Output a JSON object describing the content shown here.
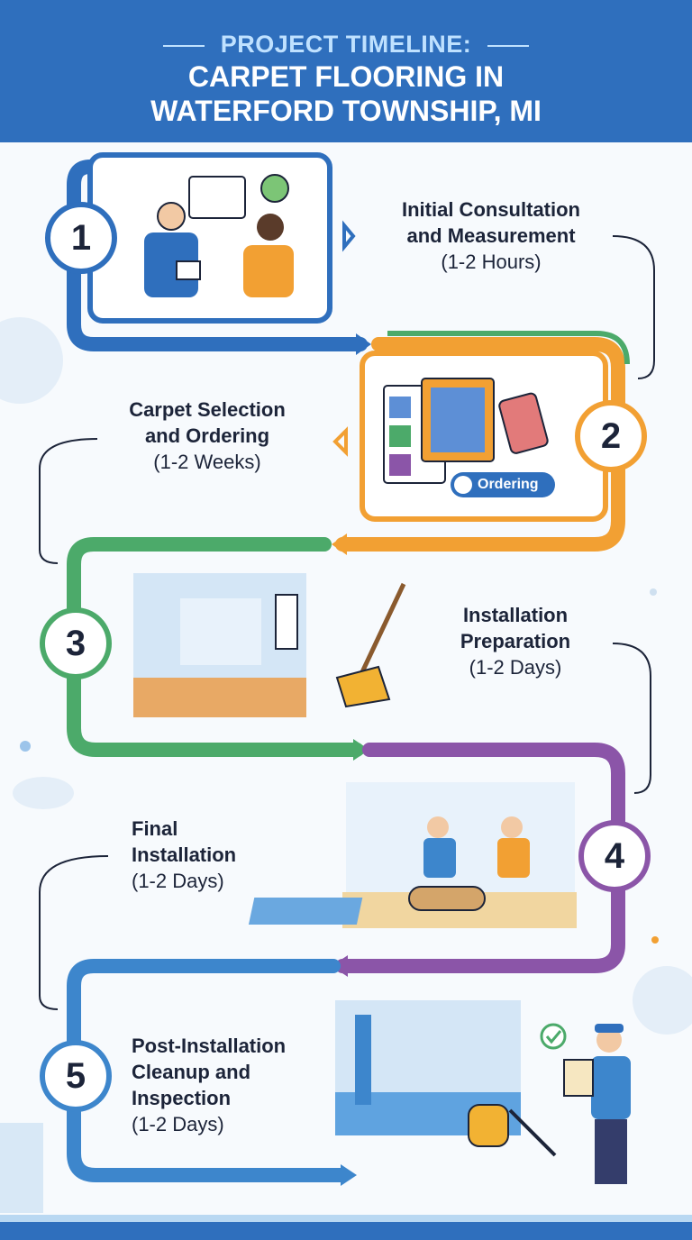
{
  "header": {
    "kicker": "PROJECT TIMELINE:",
    "title_line1": "CARPET FLOORING IN",
    "title_line2": "WATERFORD TOWNSHIP, MI"
  },
  "steps": [
    {
      "number": "1",
      "title_line1": "Initial Consultation",
      "title_line2": "and Measurement",
      "duration": "(1-2 Hours)",
      "color": "#2f6fbd"
    },
    {
      "number": "2",
      "title_line1": "Carpet Selection",
      "title_line2": "and Ordering",
      "duration": "(1-2 Weeks)",
      "color": "#f2a033",
      "badge": "Ordering"
    },
    {
      "number": "3",
      "title_line1": "Installation",
      "title_line2": "Preparation",
      "duration": "(1-2 Days)",
      "color": "#4caa6a"
    },
    {
      "number": "4",
      "title_line1": "Final",
      "title_line2": "Installation",
      "duration": "(1-2 Days)",
      "color": "#8b55a8"
    },
    {
      "number": "5",
      "title_line1": "Post-Installation",
      "title_line2": "Cleanup and",
      "title_line3": "Inspection",
      "duration": "(1-2 Days)",
      "color": "#3d86cc"
    }
  ],
  "colors": {
    "header_bg": "#2f6fbd",
    "text_dark": "#1c2439"
  }
}
